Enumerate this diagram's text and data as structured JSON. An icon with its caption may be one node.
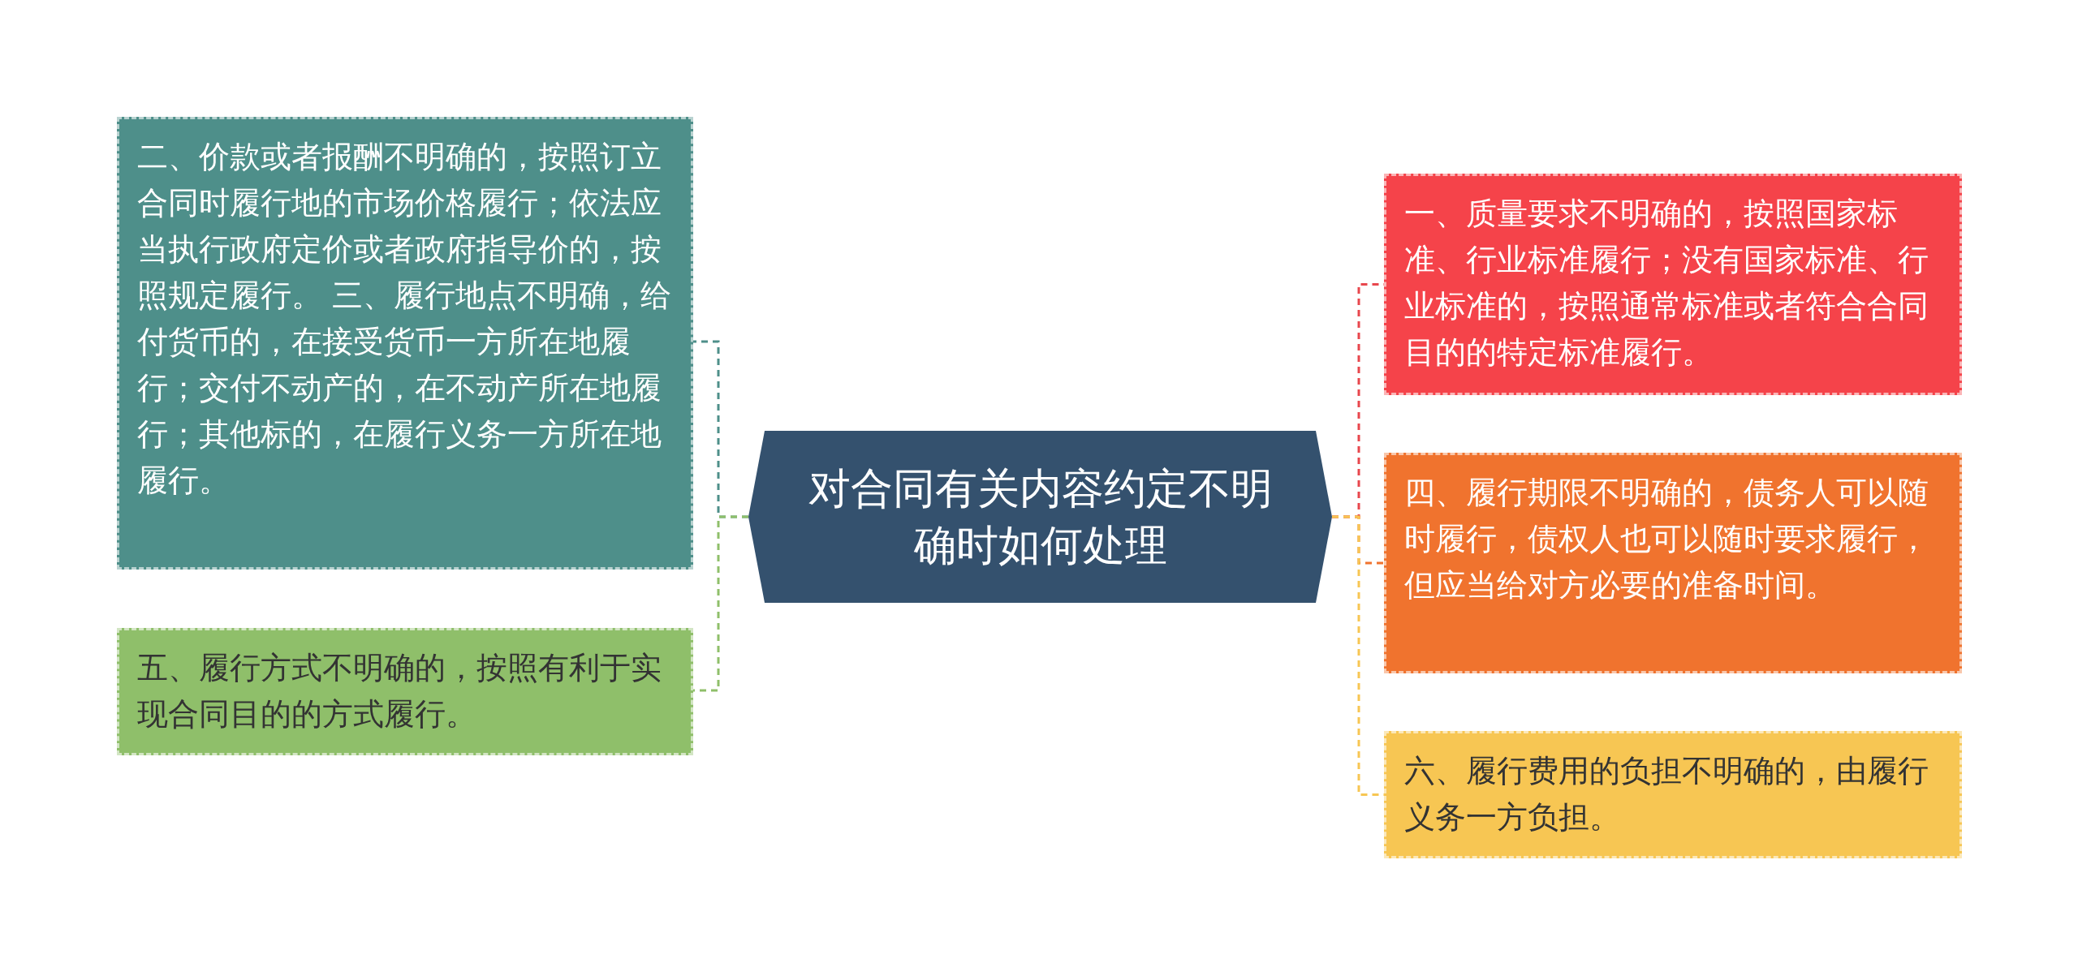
{
  "diagram": {
    "nodes": [
      {
        "text": [
          "对合同有关内容约定不明确时如何处理"
        ]
      },
      {
        "text": [
          "二、价款或者报酬不明确的，按照订立合同时履行地的市场价格履行；依法应当执行政府定价或者政府指导价的，按照规定履行。 三、履行地点不明确，给付货币的，在接受货币一方所在地履行；交付不动产的，在不动产所在地履行；其他标的，在履行义务一方所在地履行。"
        ]
      },
      {
        "text": [
          "五、履行方式不明确的，按照有利于实现合同目的的方式履行。"
        ]
      },
      {
        "text": [
          "一、质量要求不明确的，按照国家标准、行业标准履行；没有国家标准、行业标准的，按照通常标准或者符合合同目的的特定标准履行。"
        ]
      },
      {
        "text": [
          "四、履行期限不明确的，债务人可以随时履行，债权人也可以随时要求履行，但应当给对方必要的准备时间。"
        ]
      },
      {
        "text": [
          "六、履行费用的负担不明确的，由履行义务一方负担。"
        ]
      }
    ],
    "edges": [
      {
        "from": 0,
        "to": 1,
        "arrow": "none",
        "style": "dashed",
        "color": "#4e8f8a"
      },
      {
        "from": 0,
        "to": 2,
        "arrow": "none",
        "style": "dashed",
        "color": "#8fbf6a"
      },
      {
        "from": 0,
        "to": 3,
        "arrow": "none",
        "style": "dashed",
        "color": "#e8474d"
      },
      {
        "from": 0,
        "to": 4,
        "arrow": "none",
        "style": "dashed",
        "color": "#f0732e"
      },
      {
        "from": 0,
        "to": 5,
        "arrow": "none",
        "style": "dashed",
        "color": "#f7c653"
      }
    ]
  }
}
